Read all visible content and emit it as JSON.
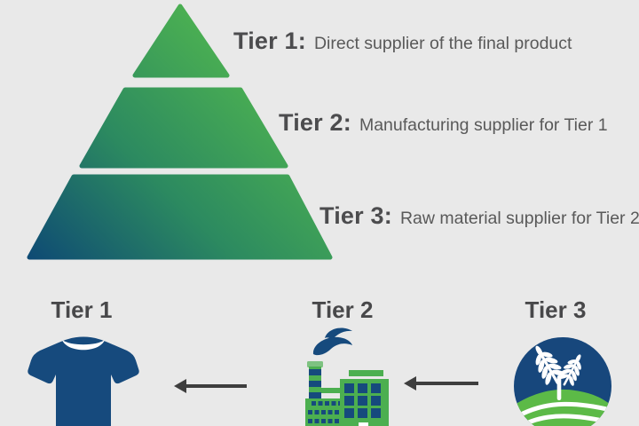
{
  "pyramid": {
    "tiers": [
      {
        "label": "Tier 1:",
        "description": "Direct supplier of the final product"
      },
      {
        "label": "Tier 2:",
        "description": "Manufacturing supplier for Tier 1"
      },
      {
        "label": "Tier 3:",
        "description": "Raw material supplier for Tier 2"
      }
    ],
    "gradient_colors": {
      "start": "#0e4a74",
      "mid": "#2c8a60",
      "end": "#4db251"
    }
  },
  "flow": {
    "stages": [
      {
        "label": "Tier 1",
        "icon": "t-shirt-icon"
      },
      {
        "label": "Tier 2",
        "icon": "factory-icon"
      },
      {
        "label": "Tier 3",
        "icon": "crop-field-icon"
      }
    ],
    "arrows": [
      {
        "direction": "left"
      },
      {
        "direction": "left"
      }
    ]
  },
  "colors": {
    "background": "#e9e9e9",
    "navy": "#164a7d",
    "green": "#4caf50",
    "light_green": "#7ec281",
    "field_green": "#5cba47",
    "heading_text": "#48484a",
    "label_text": "#4c4c4e",
    "body_text": "#595959",
    "arrow": "#3e3e3e"
  }
}
